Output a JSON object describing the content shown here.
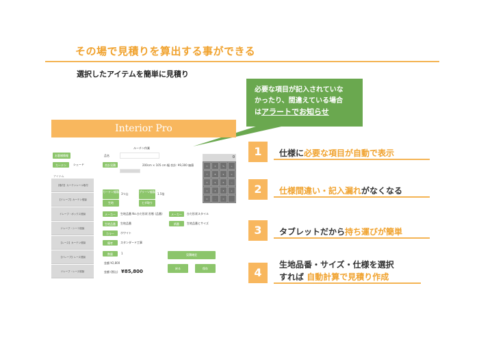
{
  "slide": {
    "title": "その場で見積りを算出する事ができる",
    "subtitle": "選択したアイテムを簡単に見積り"
  },
  "callout": {
    "line1": "必要な項目が記入されていな",
    "line2": "かったり、間違えている場合",
    "line3_prefix": "は",
    "line3_highlight": "アラートでお知らせ"
  },
  "app": {
    "title": "Interior Pro",
    "screen_title": "ルーチン作業",
    "name_label": "品名",
    "total_label": "合計見積",
    "size_line": "200cm × 105 cm 幅  合計:  ¥9,300  価値 ",
    "calc_display": "0",
    "calc_keys": [
      "C",
      "±",
      "%",
      "÷",
      "7",
      "8",
      "9",
      "×",
      "4",
      "5",
      "6",
      "−",
      "1",
      "2",
      "3",
      "+",
      "0",
      ".",
      "=",
      ""
    ],
    "side_btn_top": "お客様情報",
    "tab_left": "カーテン",
    "tab_right": "シェード",
    "side_header": "アイテム",
    "side_items": [
      "【取付】カーテンレール取付",
      "【ドレープ】カーテン縫製",
      "ドレープ・ボックス縫製",
      "ドレープ・シーコ縫製",
      "【レース】カーテン縫製",
      "【ドレープ】レース縫製",
      "ドレープ・レース縫製"
    ],
    "row_items": [
      {
        "btn1": "カーテン縫製",
        "val1": "3つ山",
        "btn2": "プリーツ縫製",
        "val2": "1.5倍"
      },
      {
        "btn1": "生地",
        "val1": "",
        "btn2": "ヒダ取り",
        "val2": ""
      }
    ],
    "fabric_rows": [
      {
        "label": "メーカー",
        "value": "生地品番 No.ひだ形状 形態 (品番)",
        "label2": "メーカー",
        "value2": "ひだ形状スタイル"
      },
      {
        "label": "生地品番",
        "value": "生地品番",
        "label2": "柄番",
        "value2": "生地品番とサイズ"
      },
      {
        "label": "カラー",
        "value": "ホワイト",
        "label2": "",
        "value2": ""
      },
      {
        "label": "備考",
        "value": "スタンダード工事",
        "label2": "",
        "value2": ""
      }
    ],
    "qty_label": "数量",
    "qty_value": "1",
    "footer_line1": "金額 ¥2,800",
    "footer_line2_label": "金額 (税込)",
    "price": "¥85,800",
    "btn_confirm": "見積確定",
    "btn_back": "戻る",
    "btn_save": "保存"
  },
  "features": [
    {
      "num": "1",
      "parts": [
        {
          "t": "仕様に",
          "a": false
        },
        {
          "t": "必要な項目が自動で表示",
          "a": true
        }
      ]
    },
    {
      "num": "2",
      "parts": [
        {
          "t": "仕様間違い・記入漏れ",
          "a": true
        },
        {
          "t": "がなくなる",
          "a": false
        }
      ]
    },
    {
      "num": "3",
      "parts": [
        {
          "t": "タブレットだから",
          "a": false
        },
        {
          "t": "持ち運びが簡単",
          "a": true
        }
      ]
    },
    {
      "num": "4",
      "line1": "生地品番・サイズ・仕様を選択",
      "parts": [
        {
          "t": "すれば ",
          "a": false
        },
        {
          "t": "自動計算で見積り作成",
          "a": true
        }
      ]
    }
  ],
  "colors": {
    "accent": "#f0a22e",
    "orange": "#f8b75e",
    "green": "#6aa84f",
    "app_green": "#8cc56b"
  }
}
